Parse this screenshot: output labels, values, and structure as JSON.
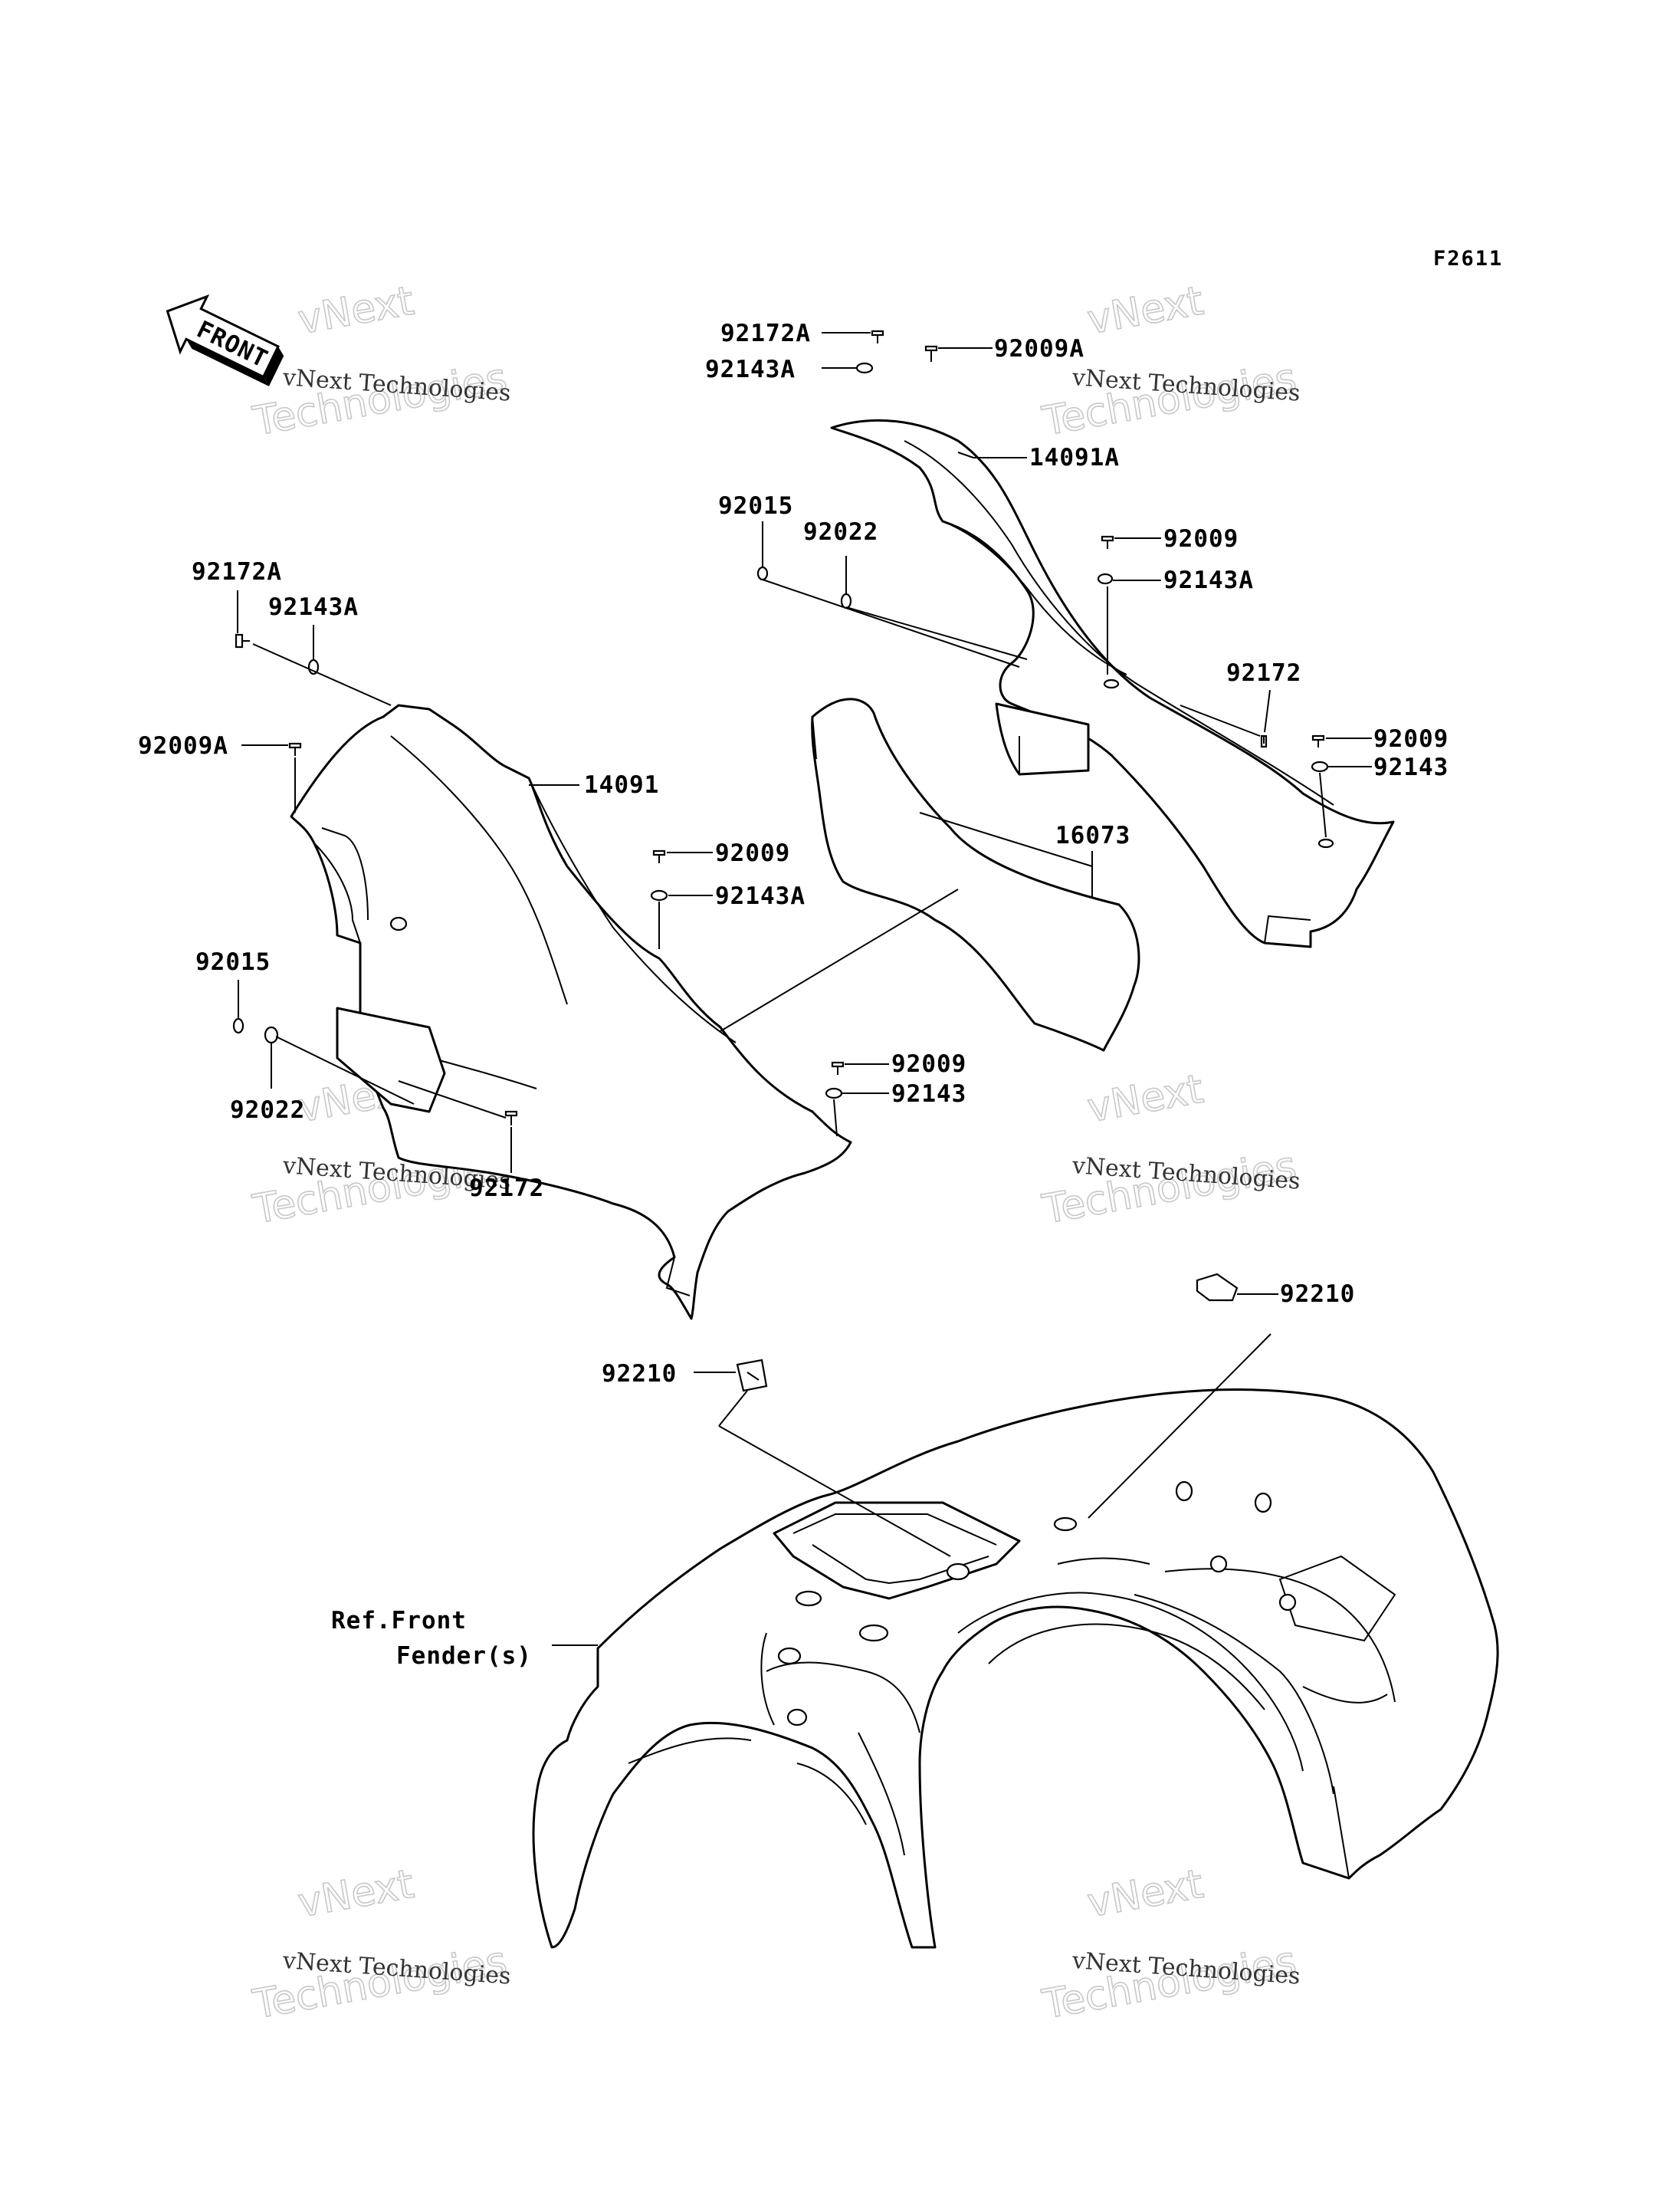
{
  "diagram_code": "F2611",
  "direction_arrow": {
    "label": "FRONT"
  },
  "watermark": {
    "line1": "vNext Technologies",
    "line2": "vNext",
    "line3": "Technologies"
  },
  "callouts": {
    "top_right": [
      "92172A",
      "92143A",
      "92009A",
      "14091A",
      "92015",
      "92022",
      "92009",
      "92143A",
      "92172",
      "92009",
      "92143",
      "16073"
    ],
    "left": [
      "92172A",
      "92143A",
      "92009A",
      "14091",
      "92009",
      "92143A",
      "92015",
      "92022",
      "92172",
      "92009",
      "92143"
    ],
    "bottom": [
      "92210",
      "92210"
    ]
  },
  "reference": {
    "line1": "Ref.Front",
    "line2": "Fender(s)"
  }
}
